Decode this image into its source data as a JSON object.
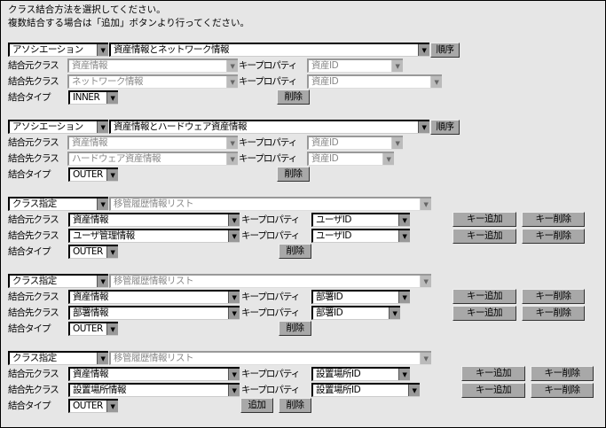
{
  "intro": {
    "line1": "クラス結合方法を選択してください。",
    "line2": "複数結合する場合は「追加」ボタンより行ってください。"
  },
  "labels": {
    "source_class": "結合元クラス",
    "target_class": "結合先クラス",
    "key_property": "キープロパティ",
    "join_type": "結合タイプ",
    "order_button": "順序",
    "delete_button": "削除",
    "add_button": "追加",
    "key_add_button": "キー追加",
    "key_delete_button": "キー削除"
  },
  "blocks": [
    {
      "mode": "アソシエーション",
      "association": "資産情報とネットワーク情報",
      "association_enabled": true,
      "source_class": "資産情報",
      "source_key": "資産ID",
      "target_class": "ネットワーク情報",
      "target_key": "資産ID",
      "join_type": "INNER",
      "classes_enabled": false,
      "has_order": true,
      "has_key_buttons": false,
      "has_add": false
    },
    {
      "mode": "アソシエーション",
      "association": "資産情報とハードウェア資産情報",
      "association_enabled": true,
      "source_class": "資産情報",
      "source_key": "資産ID",
      "target_class": "ハードウェア資産情報",
      "target_key": "資産ID",
      "join_type": "OUTER",
      "classes_enabled": false,
      "has_order": true,
      "has_key_buttons": false,
      "has_add": false
    },
    {
      "mode": "クラス指定",
      "association": "移管履歴情報リスト",
      "association_enabled": false,
      "source_class": "資産情報",
      "source_key": "ユーザID",
      "target_class": "ユーザ管理情報",
      "target_key": "ユーザID",
      "join_type": "OUTER",
      "classes_enabled": true,
      "has_order": false,
      "has_key_buttons": true,
      "has_add": false
    },
    {
      "mode": "クラス指定",
      "association": "移管履歴情報リスト",
      "association_enabled": false,
      "source_class": "資産情報",
      "source_key": "部署ID",
      "target_class": "部署情報",
      "target_key": "部署ID",
      "join_type": "OUTER",
      "classes_enabled": true,
      "has_order": false,
      "has_key_buttons": true,
      "has_add": false
    },
    {
      "mode": "クラス指定",
      "association": "移管履歴情報リスト",
      "association_enabled": false,
      "source_class": "資産情報",
      "source_key": "設置場所ID",
      "target_class": "設置場所情報",
      "target_key": "設置場所ID",
      "join_type": "OUTER",
      "classes_enabled": true,
      "has_order": false,
      "has_key_buttons": true,
      "has_add": true
    }
  ]
}
